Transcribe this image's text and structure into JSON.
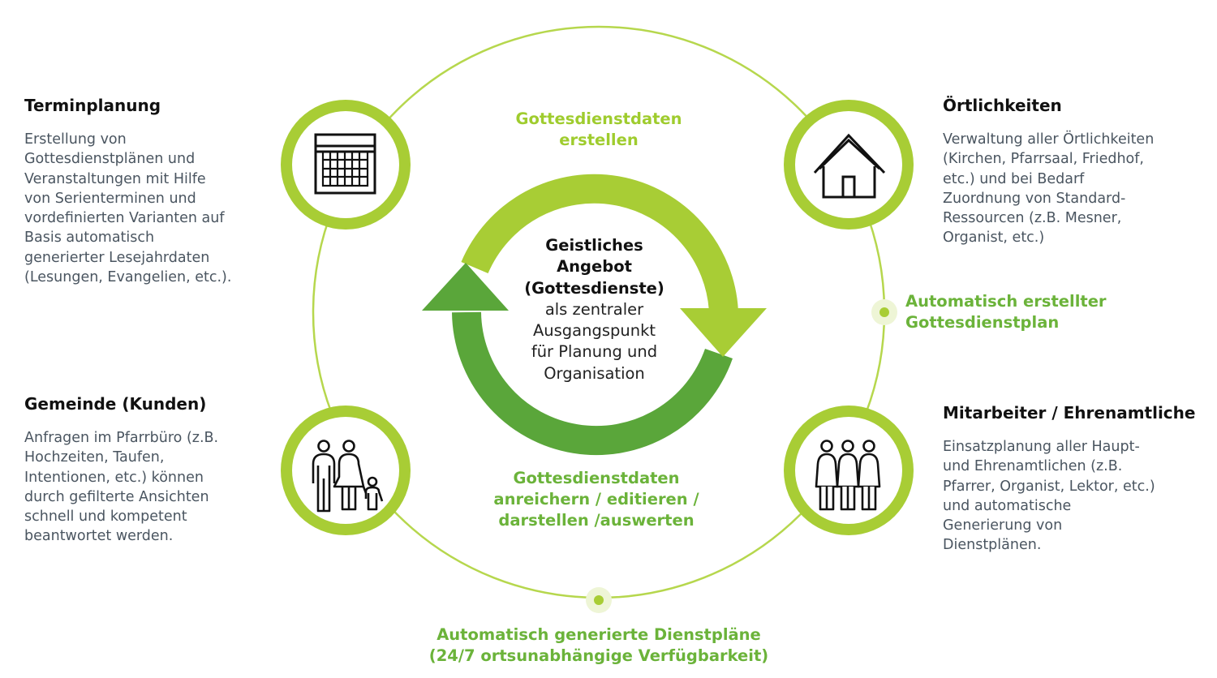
{
  "colors": {
    "lime": "#a8cd35",
    "green": "#6bb33a",
    "dark_green": "#5aa63a",
    "ring": "#b6d74d",
    "text": "#4a5560"
  },
  "center": {
    "bold": "Geistliches\nAngebot\n(Gottesdienste)",
    "normal": "als zentraler\nAusgangspunkt\nfür Planung und\nOrganisation"
  },
  "cycle": {
    "top_label": "Gottesdienstdaten\nerstellen",
    "bottom_label": "Gottesdienstdaten\nanreichern / editieren /\ndarstellen /auswerten"
  },
  "milestones": {
    "right": "Automatisch erstellter\nGottesdienstplan",
    "bottom": "Automatisch generierte Dienstpläne\n(24/7 ortsunabhängige Verfügbarkeit)"
  },
  "blocks": {
    "terminplanung": {
      "title": "Terminplanung",
      "text": "Erstellung von\nGottesdienstplänen und\nVeranstaltungen mit Hilfe\nvon Serienterminen und\nvordefinierten Varianten auf\nBasis automatisch\ngenerierter Lesejahrdaten\n(Lesungen, Evangelien, etc.).",
      "icon": "calendar-icon"
    },
    "oertlichkeiten": {
      "title": "Örtlichkeiten",
      "text": "Verwaltung aller Örtlichkeiten\n(Kirchen, Pfarrsaal, Friedhof,\netc.) und bei Bedarf\nZuordnung von Standard-\nRessourcen (z.B. Mesner,\nOrganist, etc.)",
      "icon": "house-icon"
    },
    "gemeinde": {
      "title": "Gemeinde (Kunden)",
      "text": "Anfragen im Pfarrbüro (z.B.\nHochzeiten, Taufen,\nIntentionen, etc.) können\ndurch gefilterte Ansichten\nschnell und kompetent\nbeantwortet werden.",
      "icon": "family-icon"
    },
    "mitarbeiter": {
      "title": "Mitarbeiter / Ehrenamtliche",
      "text": "Einsatzplanung aller Haupt-\nund Ehrenamtlichen (z.B.\nPfarrer, Organist, Lektor, etc.)\nund automatische\nGenerierung von\nDienstplänen.",
      "icon": "staff-group-icon"
    }
  }
}
